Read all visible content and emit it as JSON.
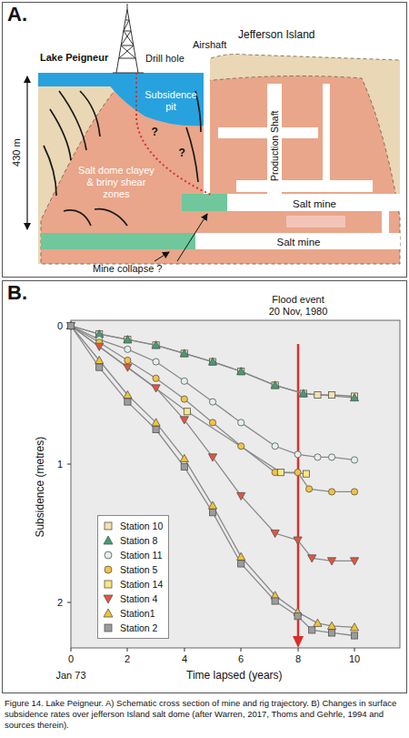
{
  "diagram": {
    "caption": "Figure 14. Lake Peigneur. A) Schematic cross section of mine and rig trajectory. B) Changes in surface subsidence rates over jefferson Island salt dome (after Warren, 2017, Thoms and Gehrle, 1994 and sources therein).",
    "nodes": [
      {
        "text": [
          "A."
        ]
      },
      {
        "text": [
          "Salt mine"
        ],
        "in": 0
      },
      {
        "text": [
          "Salt mine"
        ],
        "in": 0
      },
      {
        "text": [
          "B."
        ]
      }
    ],
    "labels": [
      "Lake Peigneur",
      "Drill hole",
      "Airshaft",
      "Jefferson Island",
      "Subsidence pit",
      "430 m",
      "Production Shaft",
      "Salt dome clayey & briny shear zones",
      "?",
      "?",
      "Mine collapse ?",
      "Flood event 20 Nov, 1980",
      "0",
      "1",
      "2",
      "Subsidence (metres)",
      "0",
      "2",
      "4",
      "6",
      "8",
      "10",
      "Jan 73",
      "Time lapsed (years)"
    ],
    "legend": [
      {
        "text": "Station 10"
      },
      {
        "text": "Station 8"
      },
      {
        "text": "Station 11"
      },
      {
        "text": "Station 5"
      },
      {
        "text": "Station 14"
      },
      {
        "text": "Station 4"
      },
      {
        "text": "Station1"
      },
      {
        "text": "Station 2"
      }
    ]
  }
}
